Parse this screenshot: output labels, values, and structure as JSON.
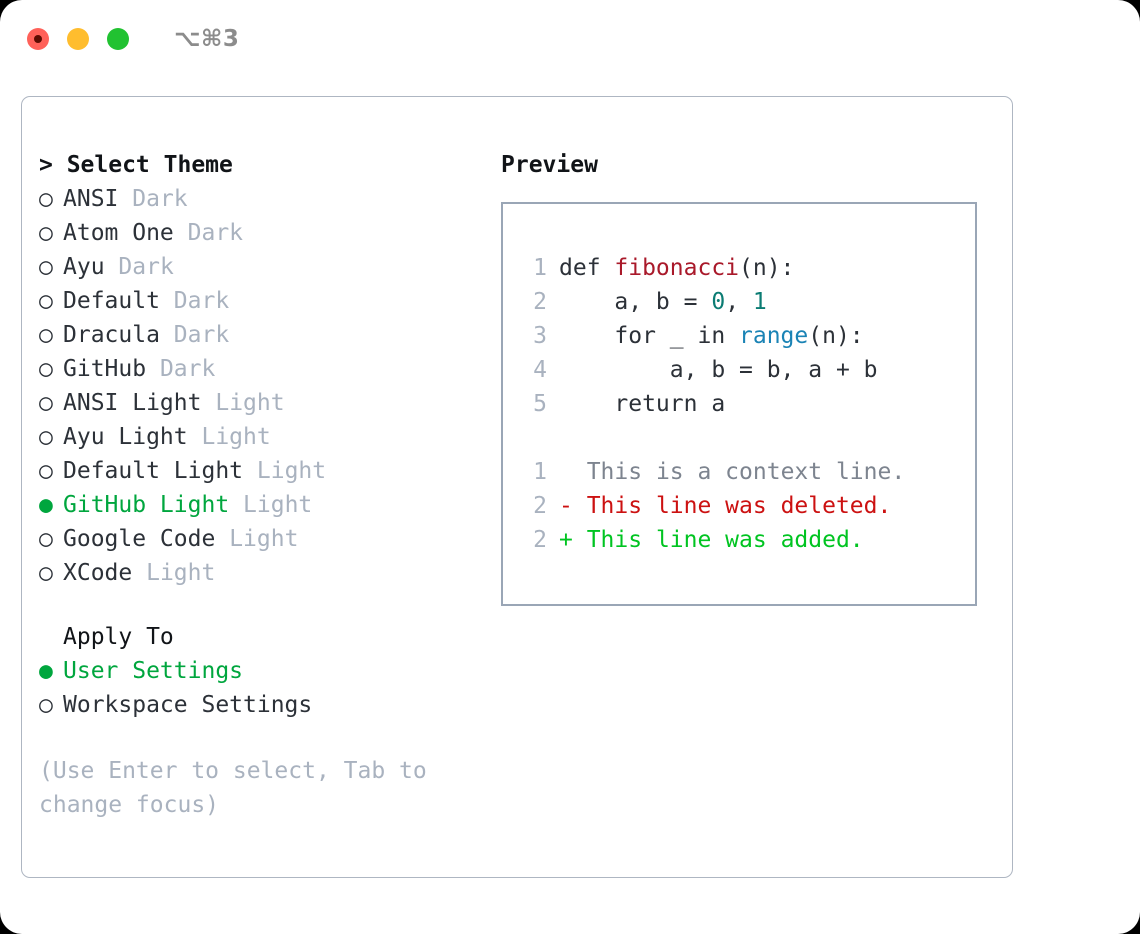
{
  "window": {
    "title": "⌥⌘3",
    "traffic_lights": [
      {
        "name": "close",
        "color": "#ff6159"
      },
      {
        "name": "minimize",
        "color": "#ffbd2e"
      },
      {
        "name": "maximize",
        "color": "#21c231"
      }
    ]
  },
  "colors": {
    "accent_green": "#00a63e",
    "muted": "#a9b2bf",
    "text": "#2c3138",
    "border": "#aeb6c2",
    "preview_border": "#9aa6b6"
  },
  "theme_list": {
    "heading": "> Select Theme",
    "items": [
      {
        "bullet": "○",
        "name": "ANSI",
        "tag": "Dark",
        "selected": false
      },
      {
        "bullet": "○",
        "name": "Atom One",
        "tag": "Dark",
        "selected": false
      },
      {
        "bullet": "○",
        "name": "Ayu",
        "tag": "Dark",
        "selected": false
      },
      {
        "bullet": "○",
        "name": "Default",
        "tag": "Dark",
        "selected": false
      },
      {
        "bullet": "○",
        "name": "Dracula",
        "tag": "Dark",
        "selected": false
      },
      {
        "bullet": "○",
        "name": "GitHub",
        "tag": "Dark",
        "selected": false
      },
      {
        "bullet": "○",
        "name": "ANSI Light",
        "tag": "Light",
        "selected": false
      },
      {
        "bullet": "○",
        "name": "Ayu Light",
        "tag": "Light",
        "selected": false
      },
      {
        "bullet": "○",
        "name": "Default Light",
        "tag": "Light",
        "selected": false
      },
      {
        "bullet": "●",
        "name": "GitHub Light",
        "tag": "Light",
        "selected": true
      },
      {
        "bullet": "○",
        "name": "Google Code",
        "tag": "Light",
        "selected": false
      },
      {
        "bullet": "○",
        "name": "XCode",
        "tag": "Light",
        "selected": false
      }
    ]
  },
  "apply_to": {
    "heading": "Apply To",
    "items": [
      {
        "bullet": "●",
        "label": "User Settings",
        "selected": true
      },
      {
        "bullet": "○",
        "label": "Workspace Settings",
        "selected": false
      }
    ]
  },
  "help": {
    "text": "(Use Enter to select, Tab to change focus)"
  },
  "preview": {
    "heading": "Preview",
    "code_lines": [
      {
        "num": "1",
        "tokens": [
          {
            "t": "def ",
            "c": "kw"
          },
          {
            "t": "fibonacci",
            "c": "fn"
          },
          {
            "t": "(n):",
            "c": "kw"
          }
        ]
      },
      {
        "num": "2",
        "tokens": [
          {
            "t": "    a, b = ",
            "c": "kw"
          },
          {
            "t": "0",
            "c": "num"
          },
          {
            "t": ", ",
            "c": "kw"
          },
          {
            "t": "1",
            "c": "num"
          }
        ]
      },
      {
        "num": "3",
        "tokens": [
          {
            "t": "    for _ in ",
            "c": "kw"
          },
          {
            "t": "range",
            "c": "call"
          },
          {
            "t": "(n):",
            "c": "kw"
          }
        ]
      },
      {
        "num": "4",
        "tokens": [
          {
            "t": "        a, b = b, a + b",
            "c": "kw"
          }
        ]
      },
      {
        "num": "5",
        "tokens": [
          {
            "t": "    return a",
            "c": "kw"
          }
        ]
      }
    ],
    "diff_lines": [
      {
        "num": "1",
        "marker": "  ",
        "text": "This is a context line.",
        "kind": "ctx"
      },
      {
        "num": "2",
        "marker": "- ",
        "text": "This line was deleted.",
        "kind": "del"
      },
      {
        "num": "2",
        "marker": "+ ",
        "text": "This line was added.",
        "kind": "add"
      }
    ]
  }
}
